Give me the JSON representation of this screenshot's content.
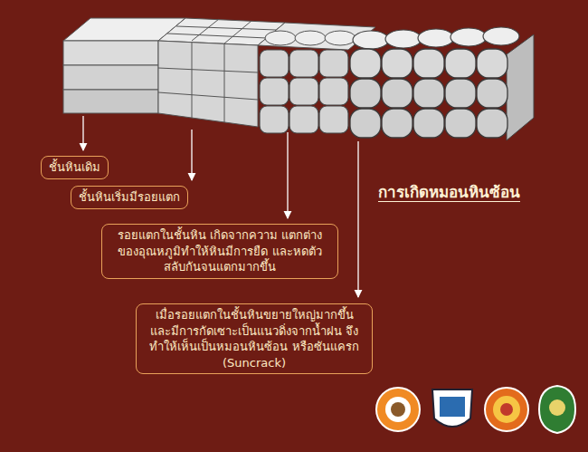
{
  "diagram": {
    "title": "การเกิดหมอนหินซ้อน",
    "nodes": [
      {
        "text": [
          "ชั้นหินเดิม"
        ]
      },
      {
        "text": [
          "ชั้นหินเริ่มมีรอยแตก"
        ]
      },
      {
        "text": [
          "รอยแตกในชั้นหิน เกิดจากความ แตกต่างของอุณหภูมิทำให้หินมีการยืด และหดตัวสลับกันจนแตกมากขึ้น"
        ]
      },
      {
        "text": [
          "เมื่อรอยแตกในชั้นหินขยายใหญ่มากขึ้น และมีการกัดเซาะเป็นแนวดิ่งจากน้ำฝน จึงทำให้เห็นเป็นหมอนหินซ้อน หรือซันแครก (Suncrack)"
        ]
      }
    ]
  }
}
